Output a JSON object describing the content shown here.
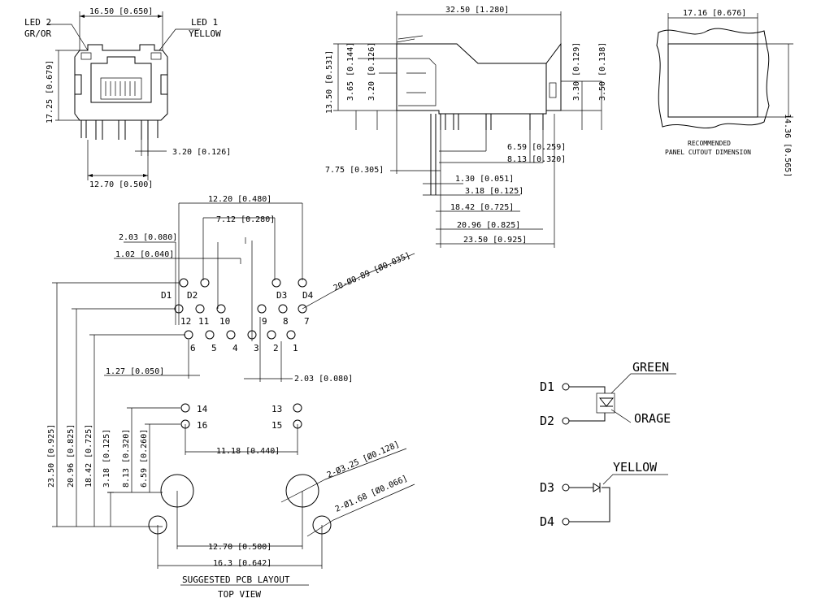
{
  "front_view": {
    "led2": "LED 2",
    "led2_color": "GR/OR",
    "led1": "LED 1",
    "led1_color": "YELLOW",
    "width_top": "16.50 [0.650]",
    "height": "17.25 [0.679]",
    "pin_offset": "3.20 [0.126]",
    "pin_span": "12.70 [0.500]"
  },
  "side_view": {
    "length_top": "32.50 [1.280]",
    "height": "13.50 [0.531]",
    "d365": "3.65 [0.144]",
    "d320": "3.20 [0.126]",
    "d330": "3.30 [0.129]",
    "d350": "3.50 [0.138]",
    "d659": "6.59 [0.259]",
    "d813": "8.13 [0.320]",
    "d775": "7.75 [0.305]",
    "d130": "1.30 [0.051]",
    "d318": "3.18 [0.125]",
    "d1842": "18.42 [0.725]",
    "d2096": "20.96 [0.825]",
    "d2350": "23.50 [0.925]"
  },
  "cutout": {
    "width": "17.16 [0.676]",
    "height": "14.36 [0.565]",
    "caption1": "RECOMMENDED",
    "caption2": "PANEL CUTOUT DIMENSION"
  },
  "pcb": {
    "w1220": "12.20 [0.480]",
    "w712": "7.12 [0.280]",
    "w203a": "2.03 [0.080]",
    "w102": "1.02 [0.040]",
    "hole_note": "20-Ø0.89 [Ø0.035]",
    "labels_led": [
      "D1",
      "D2",
      "D3",
      "D4"
    ],
    "labels_row1": [
      "12",
      "11",
      "10",
      "9",
      "8",
      "7"
    ],
    "labels_row2": [
      "6",
      "5",
      "4",
      "3",
      "2",
      "1"
    ],
    "w127": "1.27 [0.050]",
    "w203b": "2.03 [0.080]",
    "pins_extra": [
      "14",
      "16",
      "13",
      "15"
    ],
    "w1118": "11.18 [0.440]",
    "big_hole": "2-Ø3.25 [Ø0.128]",
    "small_hole": "2-Ø1.68 [Ø0.066]",
    "w1270": "12.70 [0.500]",
    "w163": "16.3 [0.642]",
    "v2350": "23.50 [0.925]",
    "v2096": "20.96 [0.825]",
    "v1842": "18.42 [0.725]",
    "v318": "3.18 [0.125]",
    "v813": "8.13 [0.320]",
    "v659": "6.59 [0.260]",
    "caption1": "SUGGESTED PCB LAYOUT",
    "caption2": "TOP VIEW"
  },
  "schematic": {
    "d1": "D1",
    "d2": "D2",
    "green": "GREEN",
    "orage": "ORAGE",
    "yellow": "YELLOW",
    "d3": "D3",
    "d4": "D4"
  }
}
